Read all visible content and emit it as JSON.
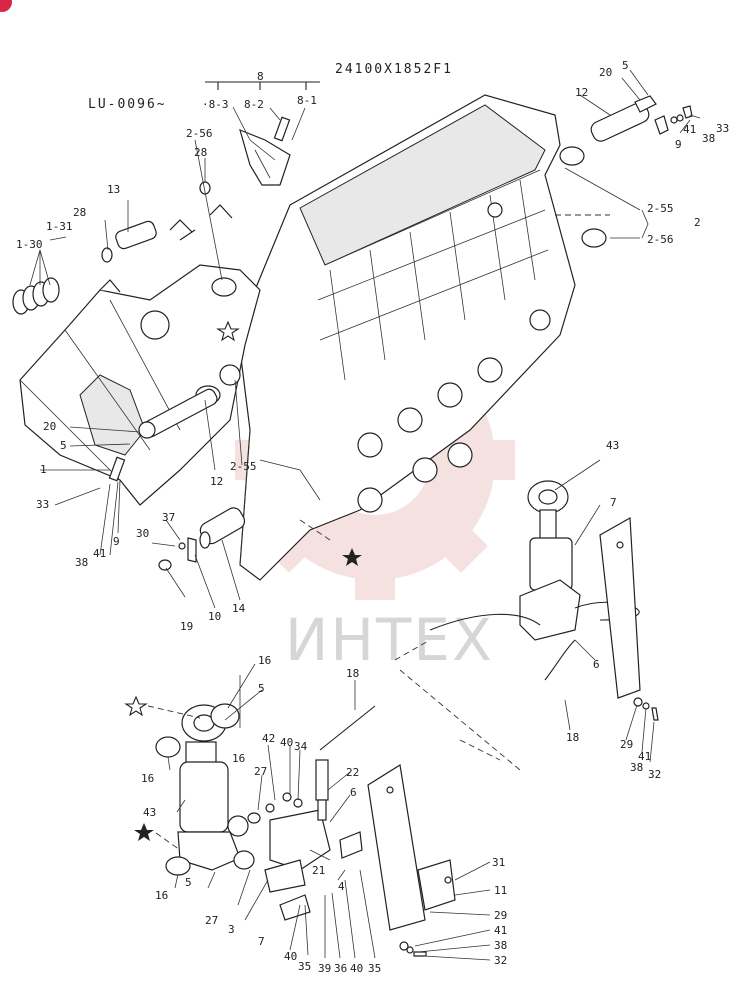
{
  "drawing_number": "24100X1852F1",
  "serial_note": "LU-0096~",
  "watermark": "ИНТЕХ",
  "colors": {
    "watermark": "#f0c9c9",
    "line": "#222222",
    "corner_badge": "#d8254a"
  },
  "labels": {
    "l8": "8",
    "l8_3": "·8-3",
    "l8_2": "8-2",
    "l8_1": "8-1",
    "l2_56a": "2-56",
    "l28a": "28",
    "l13": "13",
    "l28b": "28",
    "l1_31": "1-31",
    "l1_30": "1-30",
    "l5a": "5",
    "l20a": "20",
    "l12a": "12",
    "l9a": "9",
    "l41a": "41",
    "l38a": "38",
    "l33a": "33",
    "l2_55a": "2-55",
    "l2r": "2",
    "l2_56b": "2-56",
    "l20b": "20",
    "l5b": "5",
    "l1": "1",
    "l33b": "33",
    "l38b": "38",
    "l41b": "41",
    "l9b": "9",
    "l12b": "12",
    "l2_55b": "2-55",
    "l30": "30",
    "l37": "37",
    "l19": "19",
    "l10": "10",
    "l14": "14",
    "l43a": "43",
    "l7a": "7",
    "l6a": "6",
    "l18a": "18",
    "l18b": "18",
    "l29a": "29",
    "l41c": "41",
    "l38c": "38",
    "l32a": "32",
    "l16a": "16",
    "l5c": "5",
    "l16b": "16",
    "l43b": "43",
    "l16c": "16",
    "l5d": "5",
    "l16d": "16",
    "l27a": "27",
    "l27b": "27",
    "l3": "3",
    "l7b": "7",
    "l42": "42",
    "l40a": "40",
    "l34": "34",
    "l22": "22",
    "l6b": "6",
    "l21": "21",
    "l4": "4",
    "l40b": "40",
    "l35a": "35",
    "l39": "39",
    "l36": "36",
    "l40c": "40",
    "l35b": "35",
    "l31": "31",
    "l11": "11",
    "l29b": "29",
    "l41d": "41",
    "l38d": "38",
    "l32b": "32"
  }
}
